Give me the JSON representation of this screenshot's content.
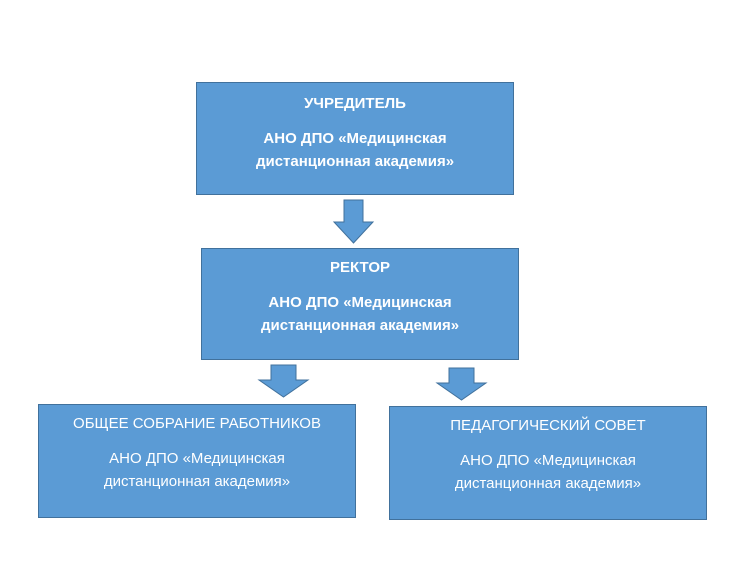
{
  "nodes": {
    "founder": {
      "title": "УЧРЕДИТЕЛЬ",
      "org_line1": "АНО ДПО «Медицинская",
      "org_line2": "дистанционная академия»"
    },
    "rector": {
      "title": "РЕКТОР",
      "org_line1": "АНО ДПО «Медицинская",
      "org_line2": "дистанционная академия»"
    },
    "staff_meeting": {
      "title": "ОБЩЕЕ СОБРАНИЕ РАБОТНИКОВ",
      "org_line1": "АНО ДПО «Медицинская",
      "org_line2": "дистанционная академия»"
    },
    "pedagogical_council": {
      "title": "ПЕДАГОГИЧЕСКИЙ СОВЕТ",
      "org_line1": "АНО ДПО «Медицинская",
      "org_line2": "дистанционная академия»"
    }
  },
  "edges": [
    {
      "from": "founder",
      "to": "rector"
    },
    {
      "from": "rector",
      "to": "staff_meeting"
    },
    {
      "from": "rector",
      "to": "pedagogical_council"
    }
  ],
  "colors": {
    "box_fill": "#5b9bd5",
    "box_border": "#41719c",
    "text": "#ffffff"
  }
}
